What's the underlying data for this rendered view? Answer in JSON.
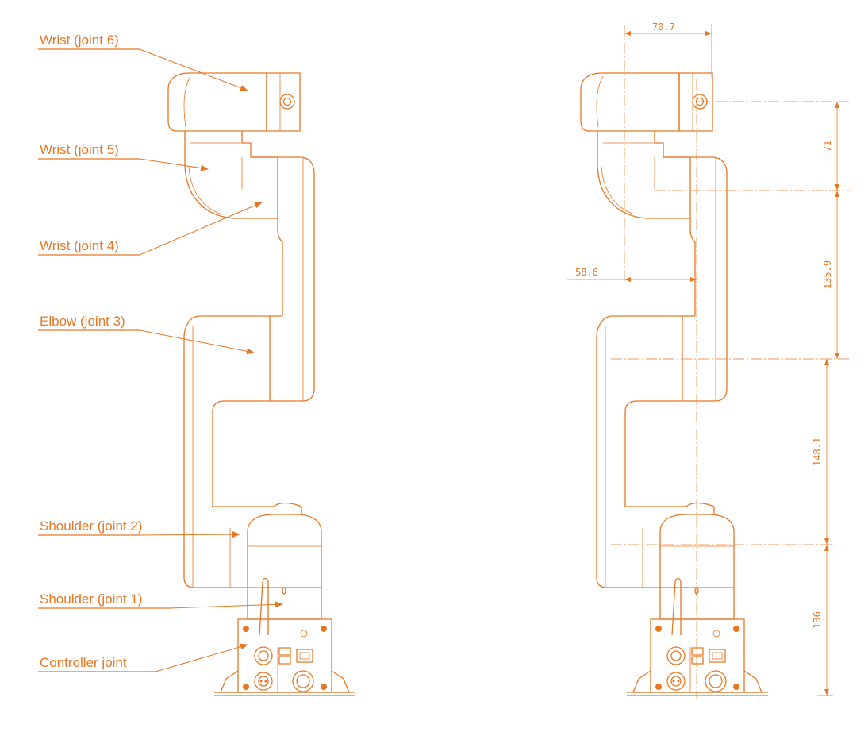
{
  "labels": {
    "joint6": "Wrist (joint 6)",
    "joint5": "Wrist (joint 5)",
    "joint4": "Wrist (joint 4)",
    "joint3": "Elbow (joint 3)",
    "joint2": "Shoulder (joint 2)",
    "joint1": "Shoulder (joint 1)",
    "controller": "Controller joint"
  },
  "dimensions": {
    "wrist_width": "70.7",
    "offset": "58.6",
    "h_top": "71",
    "h_upper": "135.9",
    "h_lower": "148.1",
    "h_base": "136"
  },
  "colors": {
    "line": "#e87722",
    "background": "#ffffff"
  }
}
